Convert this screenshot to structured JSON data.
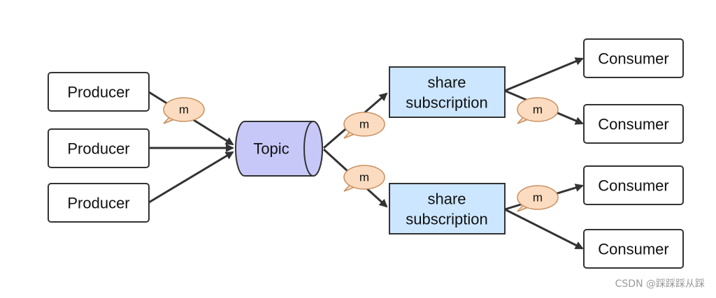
{
  "producers": [
    "Producer",
    "Producer",
    "Producer"
  ],
  "topic": "Topic",
  "subscriptions": [
    {
      "lines": [
        "share",
        "subscription"
      ]
    },
    {
      "lines": [
        "share",
        "subscription"
      ]
    }
  ],
  "consumers": [
    "Consumer",
    "Consumer",
    "Consumer",
    "Consumer"
  ],
  "message_label": "m",
  "watermark": "CSDN @踩踩踩从踩",
  "colors": {
    "topic_fill": "#c8c8f8",
    "subscription_fill": "#cce6ff",
    "message_fill": "#fcdcc0",
    "message_stroke": "#c89060",
    "arrow": "#333333"
  }
}
